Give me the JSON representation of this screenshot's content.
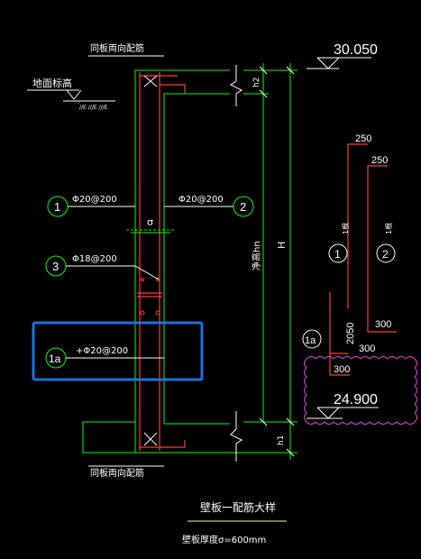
{
  "labels": {
    "top_note": "同板両向配筋",
    "bottom_note": "同板両向配筋",
    "ground_level": "地面标高",
    "elev_top": "30.050",
    "elev_bottom": "24.900",
    "h2": "h2",
    "h1": "h1",
    "H": "H",
    "clear_height": "净高hn",
    "wall_thickness": "σ",
    "rebar_1": "Φ20@200",
    "rebar_2": "Φ20@200",
    "rebar_3": "Φ18@200",
    "rebar_1a": "+Φ20@200",
    "title": "壁板一配筋大样",
    "subtitle": "壁板厚度σ=600mm"
  },
  "markers": {
    "m1": "1",
    "m2": "2",
    "m3": "3",
    "m1a": "1a"
  },
  "bar_shapes": {
    "shape1_top": "250",
    "shape2_top": "250",
    "shape1_label": "1",
    "shape1_tag": "1根",
    "shape2_label": "2",
    "shape2_tag": "1根",
    "shape2_bottom": "300",
    "shape1a_label": "1a",
    "shape1a_vertical": "2050",
    "shape1a_mid": "300",
    "shape1a_bottom": "300"
  },
  "colors": {
    "background": "#000000",
    "wall": "#00ff00",
    "red": "#ff3b3b",
    "cyan": "#00ffff",
    "yellow": "#ffff66",
    "selection": "#1e6fe0",
    "magenta": "#e040e0"
  }
}
